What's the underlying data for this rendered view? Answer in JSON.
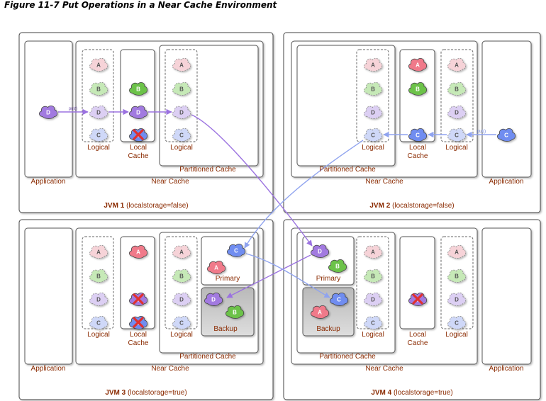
{
  "figure_title": "Figure 11-7 Put Operations in a Near Cache Environment",
  "colors": {
    "A": "#f07a8a",
    "A_light": "#f6d3d8",
    "B": "#6cc24a",
    "B_light": "#c6e9b7",
    "C": "#6f8df0",
    "C_light": "#cfd8f8",
    "D": "#a27ae0",
    "D_light": "#dccff3",
    "arrow": "#9b72e0",
    "arrow_blue": "#8fa3ef",
    "x_mark": "#e03030"
  },
  "jvms": [
    {
      "label": "JVM 1",
      "setting": "(localstorage=false)"
    },
    {
      "label": "JVM 2",
      "setting": "(localstorage=false)"
    },
    {
      "label": "JVM 3",
      "setting": "(localstorage=true)"
    },
    {
      "label": "JVM 4",
      "setting": "(localstorage=true)"
    }
  ],
  "labels": {
    "application": "Application",
    "near_cache": "Near Cache",
    "partitioned_cache": "Partitioned Cache",
    "logical": "Logical",
    "local": "Local",
    "cache": "Cache",
    "primary": "Primary",
    "backup": "Backup",
    "put": "put()"
  },
  "icons": {
    "cloud": "cloud-icon",
    "invalidated": "red-x-icon"
  }
}
